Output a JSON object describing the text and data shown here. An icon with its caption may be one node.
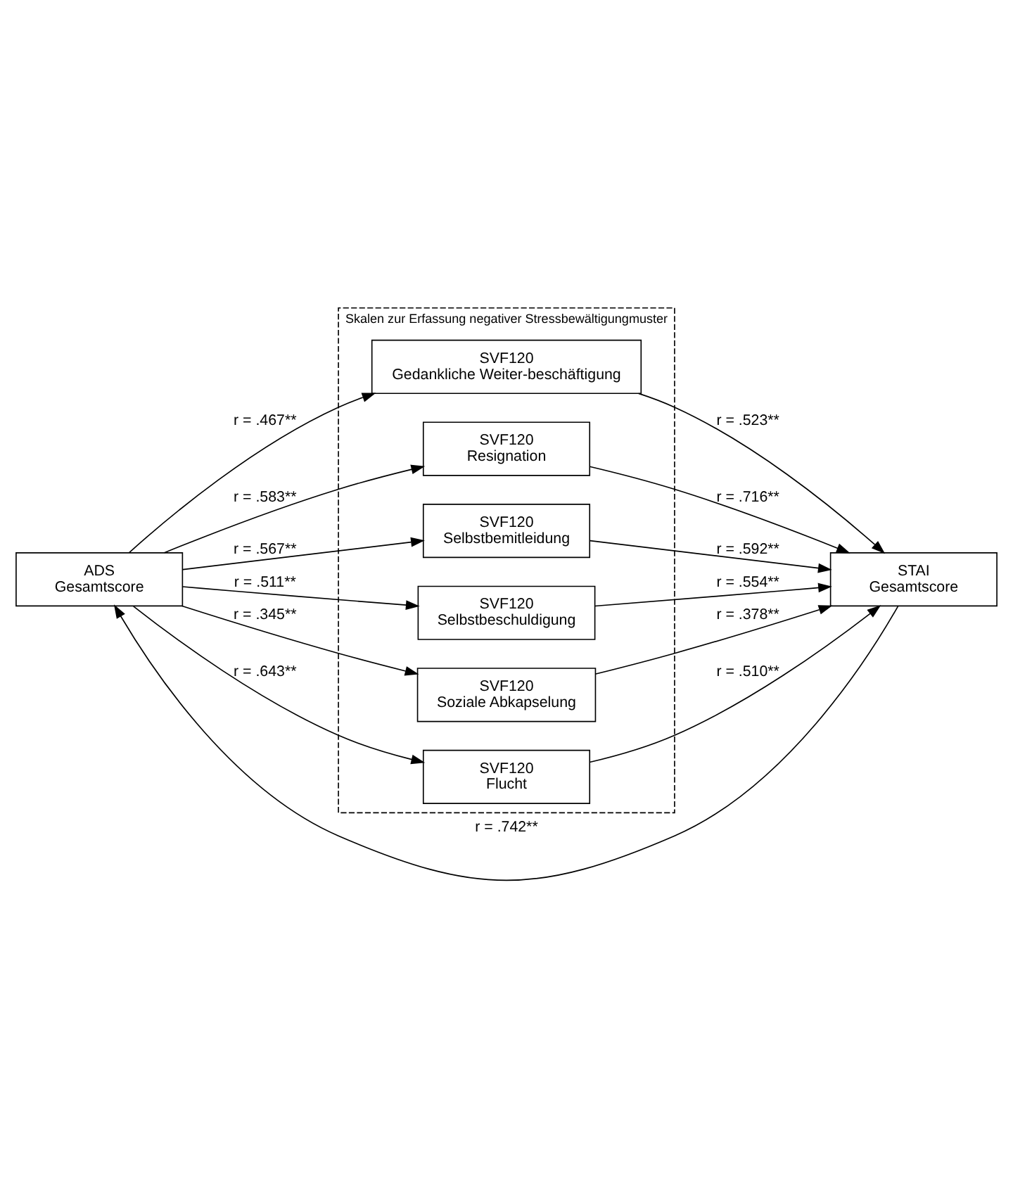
{
  "diagram": {
    "nodes": [
      {
        "text": [
          "Skalen zur Erfassung negativer Stressbewältigungmuster"
        ]
      },
      {
        "text": [
          "SVF120",
          "Gedankliche Weiter-beschäftigung"
        ],
        "in": 0
      },
      {
        "text": [
          "SVF120",
          "Resignation"
        ],
        "in": 0
      },
      {
        "text": [
          "SVF120",
          "Selbstbemitleidung"
        ],
        "in": 0
      },
      {
        "text": [
          "SVF120",
          "Selbstbeschuldigung"
        ],
        "in": 0
      },
      {
        "text": [
          "SVF120",
          "Soziale Abkapselung"
        ],
        "in": 0
      },
      {
        "text": [
          "SVF120",
          "Flucht"
        ],
        "in": 0
      },
      {
        "text": [
          "ADS",
          "Gesamtscore"
        ]
      },
      {
        "text": [
          "STAI",
          "Gesamtscore"
        ]
      }
    ],
    "edges": [
      {
        "from": 7,
        "to": 1,
        "arrow": "to",
        "label": "r = .467**"
      },
      {
        "from": 7,
        "to": 2,
        "arrow": "to",
        "label": "r = .583**"
      },
      {
        "from": 7,
        "to": 3,
        "arrow": "to",
        "label": "r = .567**"
      },
      {
        "from": 7,
        "to": 4,
        "arrow": "to",
        "label": "r = .511**"
      },
      {
        "from": 7,
        "to": 5,
        "arrow": "to",
        "label": "r = .345**"
      },
      {
        "from": 7,
        "to": 6,
        "arrow": "to",
        "label": "r = .643**"
      },
      {
        "from": 1,
        "to": 8,
        "arrow": "to",
        "label": "r = .523**"
      },
      {
        "from": 2,
        "to": 8,
        "arrow": "to",
        "label": "r = .716**"
      },
      {
        "from": 3,
        "to": 8,
        "arrow": "to",
        "label": "r = .592**"
      },
      {
        "from": 4,
        "to": 8,
        "arrow": "to",
        "label": "r = .554**"
      },
      {
        "from": 5,
        "to": 8,
        "arrow": "to",
        "label": "r = .378**"
      },
      {
        "from": 6,
        "to": 8,
        "arrow": "to",
        "label": "r = .510**"
      },
      {
        "from": 8,
        "to": 7,
        "arrow": "to",
        "label": "r = .742**"
      }
    ]
  }
}
